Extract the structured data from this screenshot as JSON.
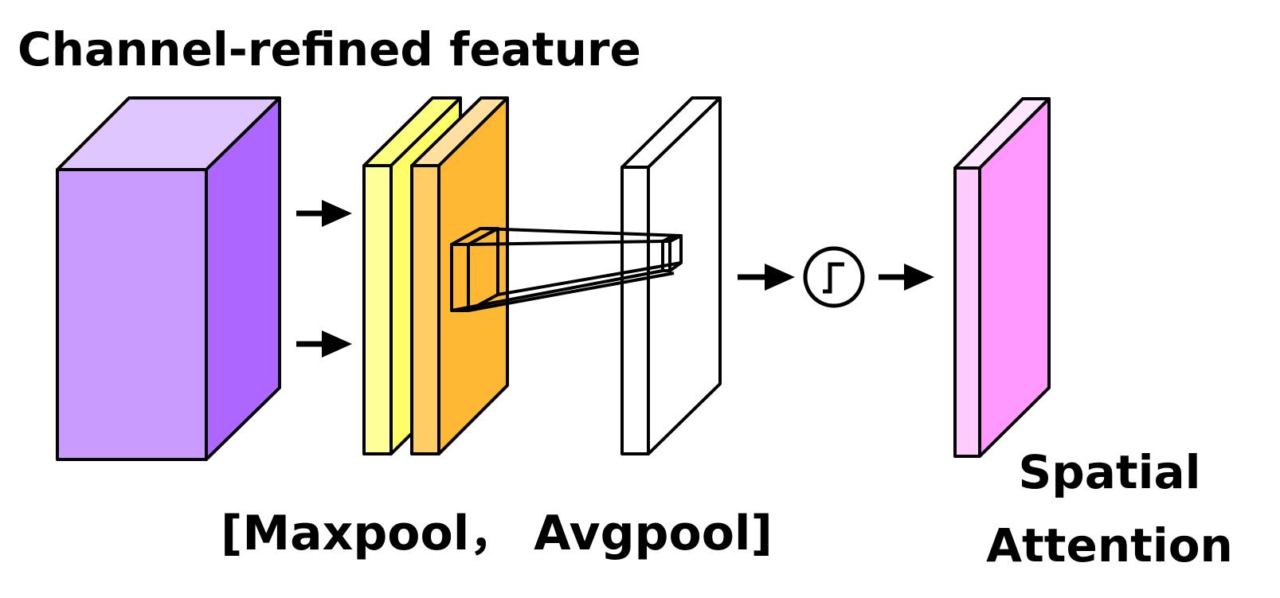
{
  "title": "Channel-refined feature",
  "pool_label": "[Maxpool， Avgpool]",
  "output_label_line1": "Spatial",
  "output_label_line2": "Attention",
  "colors": {
    "feature_front": "#C99BFF",
    "feature_top": "#E0C6FF",
    "feature_side": "#AD66FF",
    "maxpool_front": "#FFFF99",
    "maxpool_top": "#FFFF80",
    "maxpool_side": "#FFFF66",
    "avgpool_front": "#FFCC66",
    "avgpool_top": "#FFE0A0",
    "avgpool_side": "#FFB833",
    "conv_map": "#FFFFFF",
    "attention_front": "#FFCCFF",
    "attention_top": "#FFE5FF",
    "attention_side": "#FF99FF",
    "stroke": "#000000"
  },
  "icons": {
    "arrow": "right-arrow-icon",
    "activation": "sigmoid-icon"
  }
}
